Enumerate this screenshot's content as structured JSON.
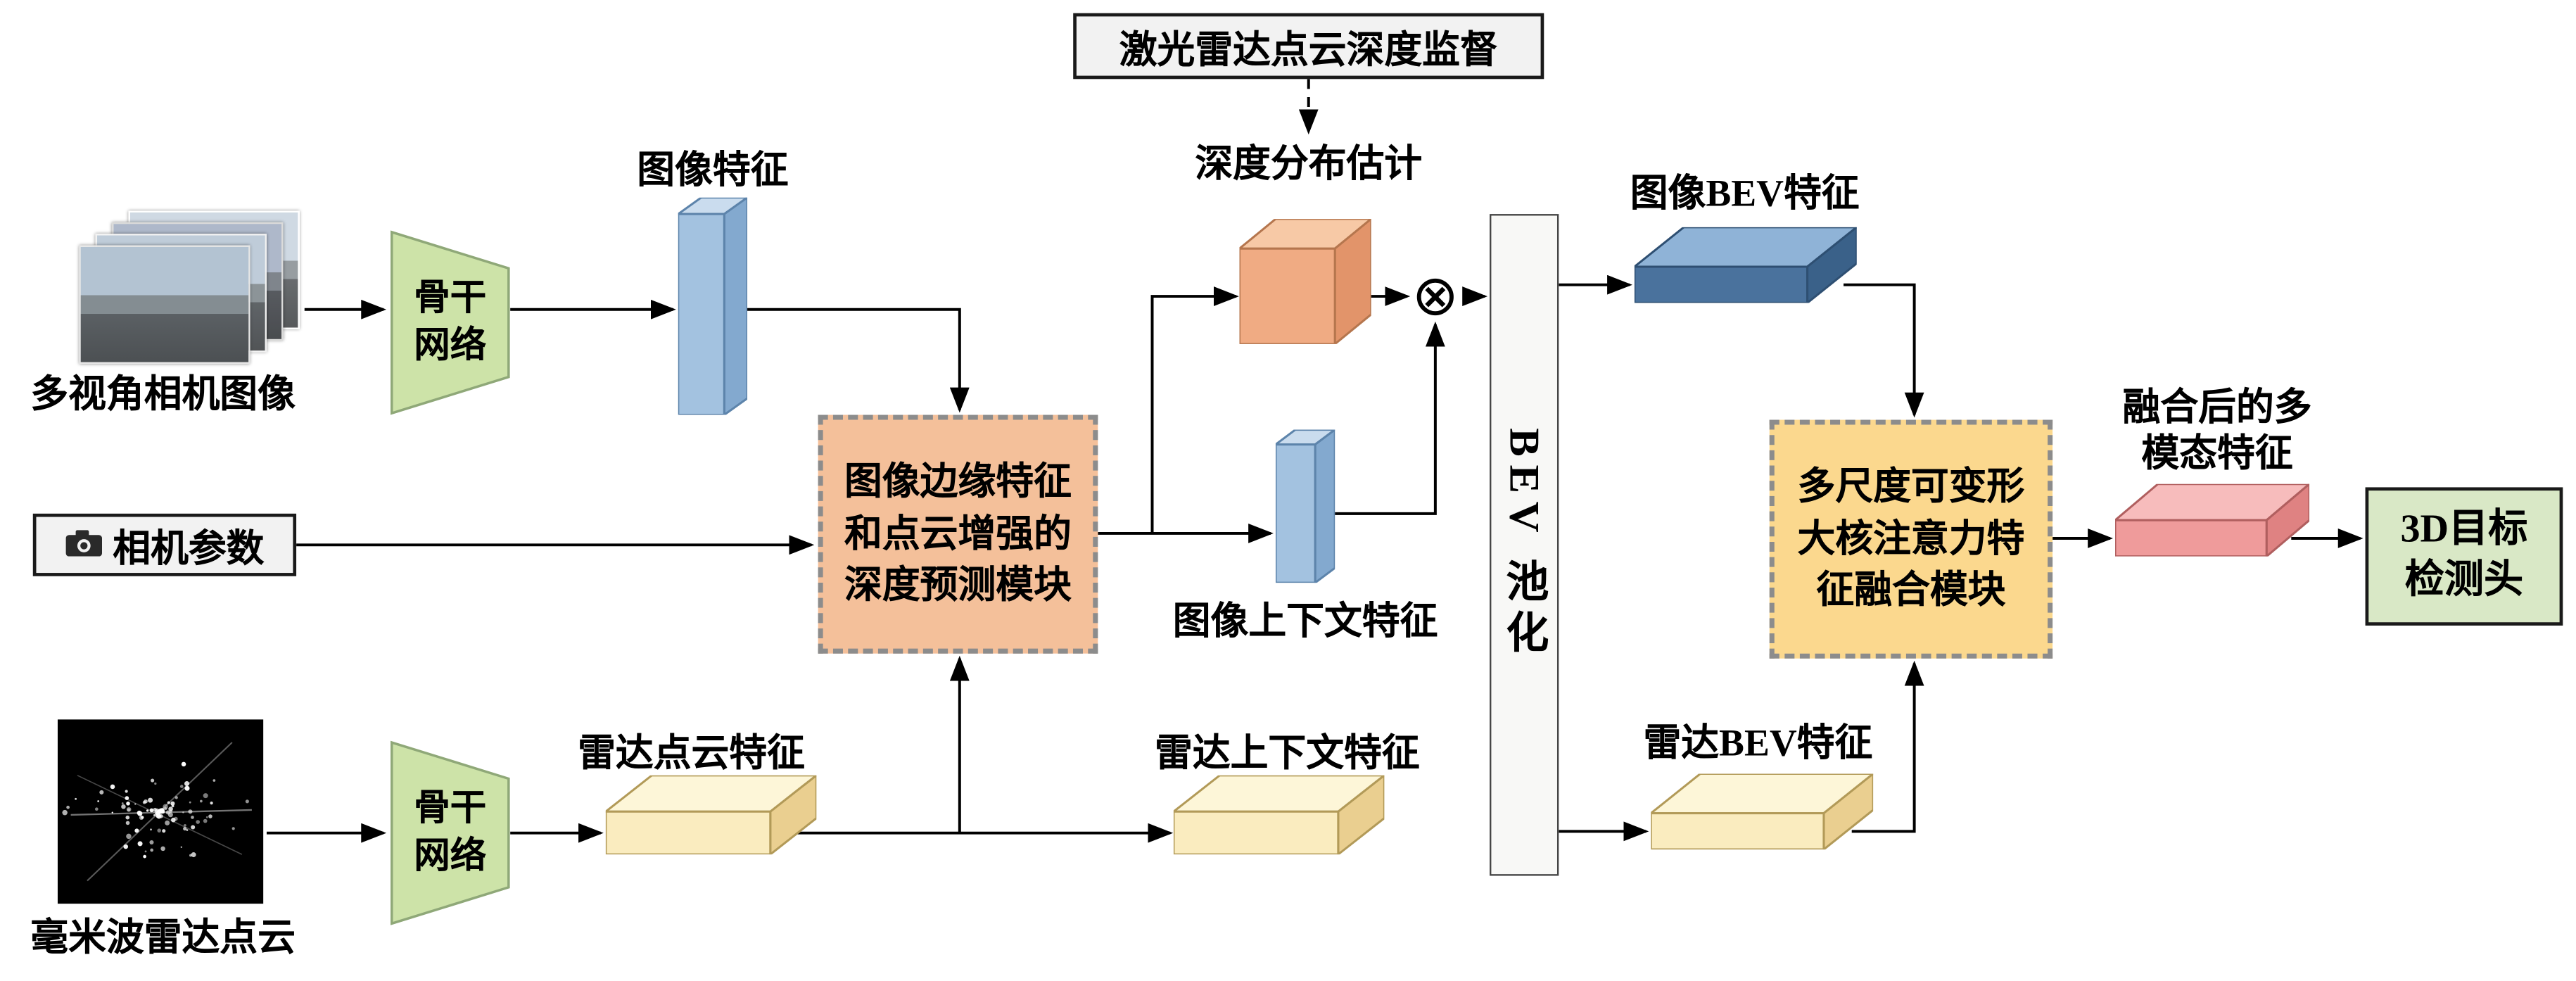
{
  "diagram": {
    "supervision_box_label": "激光雷达点云深度监督",
    "depth_distribution_label": "深度分布估计",
    "camera_images_label": "多视角相机图像",
    "camera_params_label": "相机参数",
    "backbone_image_label": "骨干\n网络",
    "backbone_radar_label": "骨干\n网络",
    "image_feature_label": "图像特征",
    "radar_pointcloud_label": "毫米波雷达点云",
    "radar_feature_label": "雷达点云特征",
    "depth_module_label": "图像边缘特征\n和点云增强的\n深度预测模块",
    "image_context_label": "图像上下文特征",
    "radar_context_label": "雷达上下文特征",
    "bev_pooling_label": "BEV 池化",
    "image_bev_label": "图像BEV特征",
    "radar_bev_label": "雷达BEV特征",
    "fusion_module_label": "多尺度可变形\n大核注意力特\n征融合模块",
    "fused_feature_label": "融合后的多\n模态特征",
    "detection_head_label": "3D目标\n检测头",
    "multiply_operator": "⊗"
  },
  "colors": {
    "box-gray-bg": "#f2f2f2",
    "border-dark": "#1a1a1a",
    "green-fill": "#cde3a8",
    "green-stroke": "#8fa878",
    "head-green": "#d9e8c6",
    "salmon-module": "#f4c09a",
    "gold-module": "#fbd88e",
    "module-border": "#8c8c8c",
    "line": "#000000",
    "blue-top": "#cadcee",
    "blue-front": "#a3c2e0",
    "blue-side": "#83a9cf",
    "blue-stroke": "#5d84ab",
    "bevblue-top": "#8fb3d7",
    "bevblue-front": "#4a729d",
    "bevblue-side": "#3a6189",
    "bevblue-stroke": "#2e4f72",
    "yellow-top": "#fdf6d8",
    "yellow-front": "#faecbf",
    "yellow-side": "#eacf90",
    "yellow-stroke": "#b29a58",
    "orange-top": "#f7c9a6",
    "orange-front": "#f0ab83",
    "orange-side": "#e2946a",
    "orange-stroke": "#b5764e",
    "red-top": "#f7bcbc",
    "red-front": "#ef9b9b",
    "red-side": "#df8282",
    "red-stroke": "#b05f5f"
  }
}
